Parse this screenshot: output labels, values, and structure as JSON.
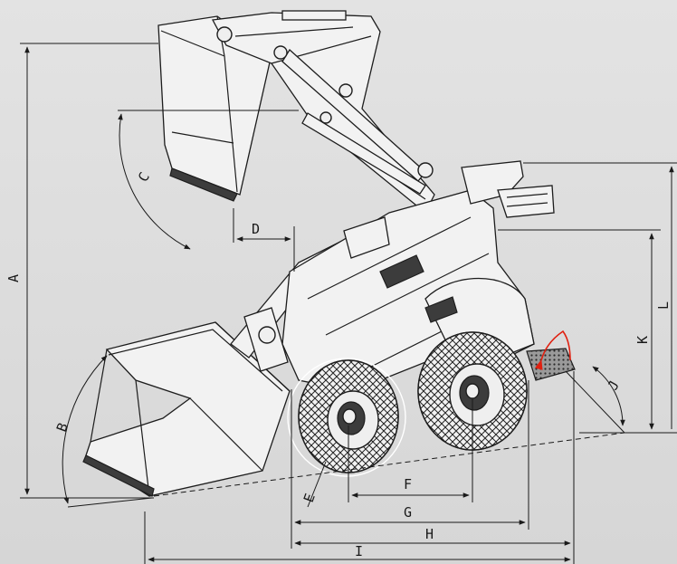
{
  "dimension_labels": {
    "A": "A",
    "B": "B",
    "C": "C",
    "D": "D",
    "E": "E",
    "F": "F",
    "G": "G",
    "H": "H",
    "I": "I",
    "J": "J",
    "K": "K",
    "L": "L"
  },
  "colors": {
    "background": "#dcdcdc",
    "ink": "#1d1d1d",
    "rotation_arrow": "#e02010"
  }
}
